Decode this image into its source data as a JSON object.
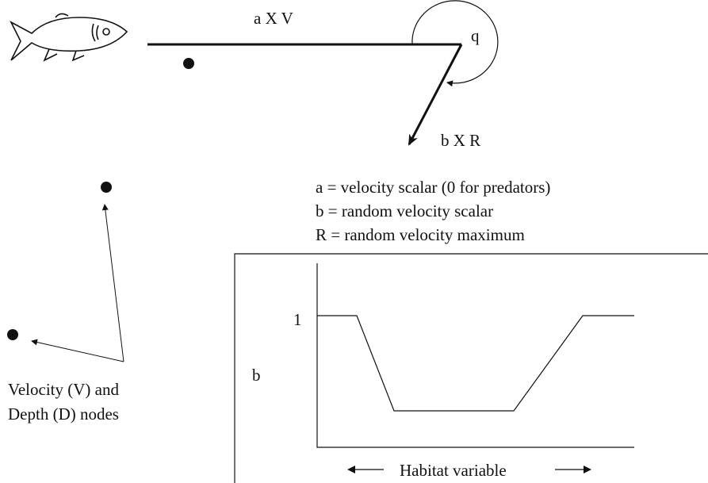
{
  "vector_labels": {
    "drift": "a X V",
    "angle": "q",
    "random": "b X R"
  },
  "definitions": [
    "a = velocity scalar (0 for predators)",
    "b = random velocity scalar",
    "R = random velocity maximum"
  ],
  "nodes_caption": {
    "line1": "Velocity (V) and",
    "line2": "Depth (D) nodes"
  },
  "inset_plot": {
    "y_label": "b",
    "y_tick": "1",
    "x_label": "Habitat variable"
  },
  "colors": {
    "ink": "#111111"
  }
}
